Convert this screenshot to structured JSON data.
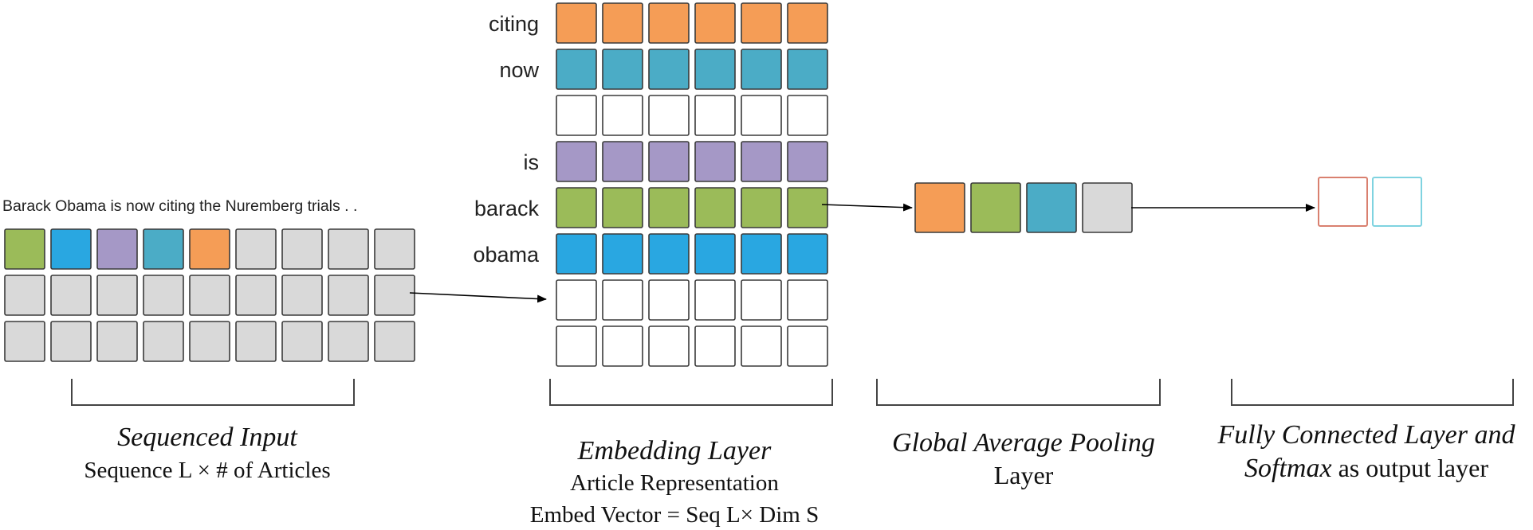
{
  "colors": {
    "green": "#9bbb59",
    "blue": "#29a7e1",
    "purple": "#a598c6",
    "teal": "#4bacc6",
    "orange": "#f59d56",
    "gray": "#d9d9d9",
    "white": "#ffffff",
    "fc_red": "#d9806f",
    "fc_cyan": "#7fd3e0"
  },
  "input": {
    "sentence": "Barack Obama is now citing  the Nuremberg trials . .",
    "row_colors": [
      [
        "green",
        "blue",
        "purple",
        "teal",
        "orange",
        "gray",
        "gray",
        "gray",
        "gray"
      ],
      [
        "gray",
        "gray",
        "gray",
        "gray",
        "gray",
        "gray",
        "gray",
        "gray",
        "gray"
      ],
      [
        "gray",
        "gray",
        "gray",
        "gray",
        "gray",
        "gray",
        "gray",
        "gray",
        "gray"
      ]
    ]
  },
  "embedding": {
    "rows": [
      {
        "word": "citing",
        "color": "orange"
      },
      {
        "word": "now",
        "color": "teal"
      },
      {
        "word": "",
        "color": "white"
      },
      {
        "word": "is",
        "color": "purple"
      },
      {
        "word": "barack",
        "color": "green"
      },
      {
        "word": "obama",
        "color": "blue"
      },
      {
        "word": "",
        "color": "white"
      },
      {
        "word": "",
        "color": "white"
      }
    ],
    "columns": 6
  },
  "pooling": {
    "cells": [
      "orange",
      "green",
      "teal",
      "gray"
    ]
  },
  "output": {
    "cells": [
      "fc_red",
      "fc_cyan"
    ]
  },
  "captions": {
    "input_title": "Sequenced Input",
    "input_sub": "Sequence L ×  # of Articles",
    "embed_title": "Embedding Layer",
    "embed_sub1": "Article Representation",
    "embed_sub2": "Embed Vector = Seq L× Dim S",
    "pool_title": "Global Average Pooling",
    "pool_sub": "Layer",
    "fc_line1": "Fully Connected Layer and",
    "fc_line2_it": "Softmax",
    "fc_line2_rest": " as output layer"
  }
}
